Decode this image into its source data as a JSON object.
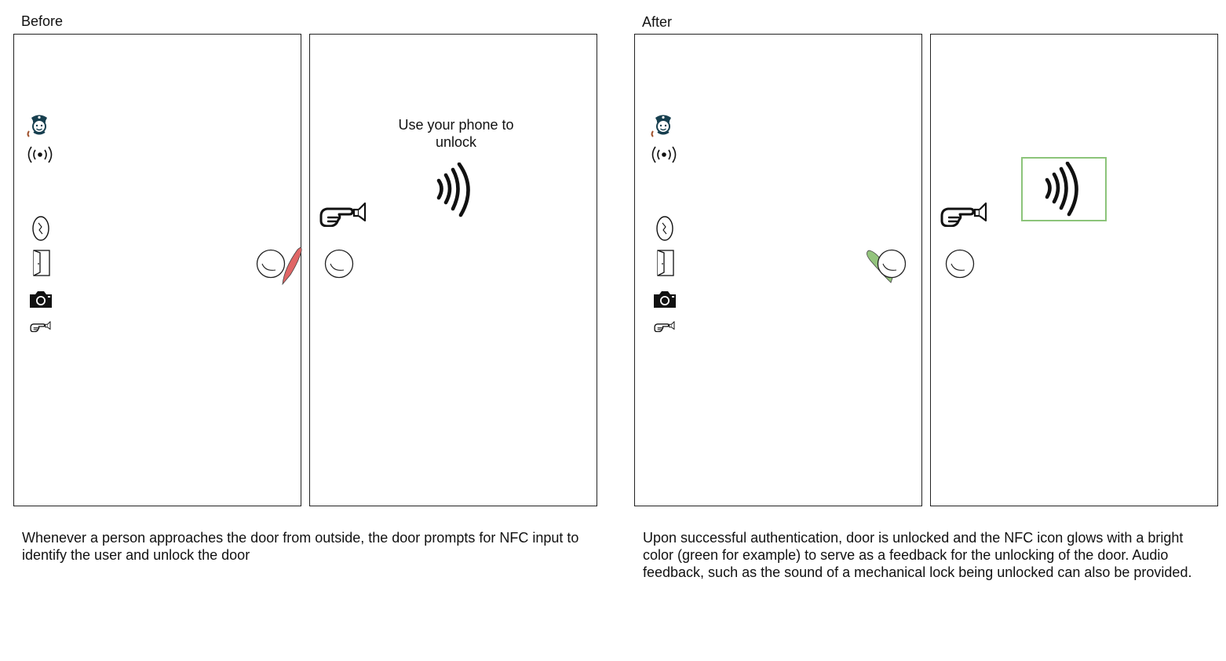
{
  "before": {
    "title": "Before",
    "prompt_text": "Use your phone to unlock",
    "description": "Whenever a person approaches the door from outside, the door prompts for NFC input to identify the user and unlock the door",
    "handle_color": "#e06666"
  },
  "after": {
    "title": "After",
    "description": "Upon successful authentication, door is unlocked and the NFC icon glows with a bright color (green for example) to serve as a feedback for the unlocking of the door. Audio feedback, such as the sound of a mechanical lock being unlocked can also be provided.",
    "handle_color": "#93c47d",
    "glow_color": "#8cc47a"
  },
  "sidebar_icons": [
    "security-guard-icon",
    "wireless-signal-icon",
    "nfc-tag-icon",
    "door-icon",
    "camera-icon",
    "doorbell-icon"
  ],
  "outside_icons": [
    "doorbell-icon",
    "nfc-icon",
    "door-knob-icon"
  ]
}
